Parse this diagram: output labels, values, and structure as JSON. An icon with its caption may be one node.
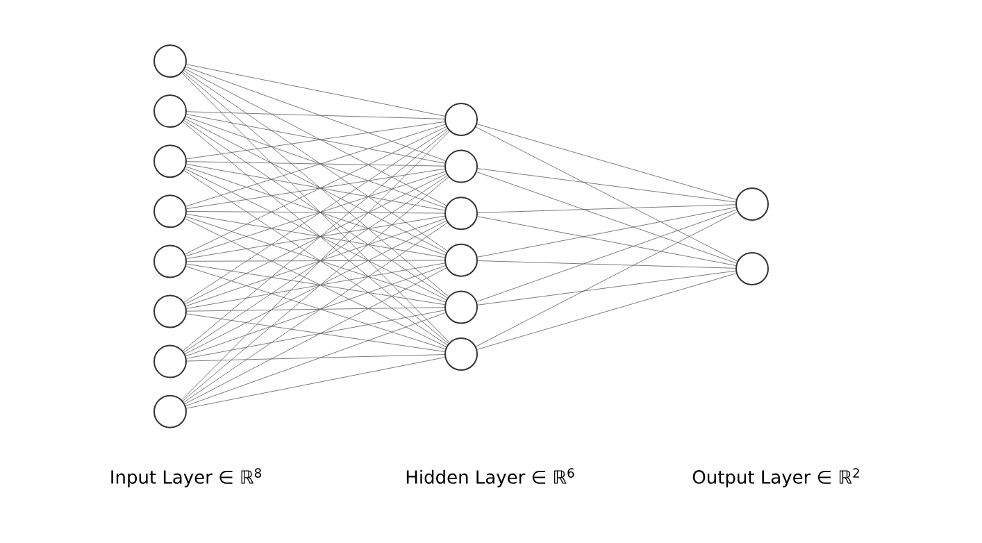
{
  "diagram": {
    "nodes": [
      {
        "text": [],
        "shape": "circle"
      },
      {
        "text": [],
        "shape": "circle"
      },
      {
        "text": [],
        "shape": "circle"
      },
      {
        "text": [],
        "shape": "circle"
      },
      {
        "text": [],
        "shape": "circle"
      },
      {
        "text": [],
        "shape": "circle"
      },
      {
        "text": [],
        "shape": "circle"
      },
      {
        "text": [],
        "shape": "circle"
      },
      {
        "text": [],
        "shape": "circle"
      },
      {
        "text": [],
        "shape": "circle"
      },
      {
        "text": [],
        "shape": "circle"
      },
      {
        "text": [],
        "shape": "circle"
      },
      {
        "text": [],
        "shape": "circle"
      },
      {
        "text": [],
        "shape": "circle"
      },
      {
        "text": [],
        "shape": "circle"
      },
      {
        "text": [],
        "shape": "circle"
      }
    ],
    "edges": [
      {
        "from": 0,
        "to": 8,
        "arrow": "none"
      },
      {
        "from": 0,
        "to": 9,
        "arrow": "none"
      },
      {
        "from": 0,
        "to": 10,
        "arrow": "none"
      },
      {
        "from": 0,
        "to": 11,
        "arrow": "none"
      },
      {
        "from": 0,
        "to": 12,
        "arrow": "none"
      },
      {
        "from": 0,
        "to": 13,
        "arrow": "none"
      },
      {
        "from": 1,
        "to": 8,
        "arrow": "none"
      },
      {
        "from": 1,
        "to": 9,
        "arrow": "none"
      },
      {
        "from": 1,
        "to": 10,
        "arrow": "none"
      },
      {
        "from": 1,
        "to": 11,
        "arrow": "none"
      },
      {
        "from": 1,
        "to": 12,
        "arrow": "none"
      },
      {
        "from": 1,
        "to": 13,
        "arrow": "none"
      },
      {
        "from": 2,
        "to": 8,
        "arrow": "none"
      },
      {
        "from": 2,
        "to": 9,
        "arrow": "none"
      },
      {
        "from": 2,
        "to": 10,
        "arrow": "none"
      },
      {
        "from": 2,
        "to": 11,
        "arrow": "none"
      },
      {
        "from": 2,
        "to": 12,
        "arrow": "none"
      },
      {
        "from": 2,
        "to": 13,
        "arrow": "none"
      },
      {
        "from": 3,
        "to": 8,
        "arrow": "none"
      },
      {
        "from": 3,
        "to": 9,
        "arrow": "none"
      },
      {
        "from": 3,
        "to": 10,
        "arrow": "none"
      },
      {
        "from": 3,
        "to": 11,
        "arrow": "none"
      },
      {
        "from": 3,
        "to": 12,
        "arrow": "none"
      },
      {
        "from": 3,
        "to": 13,
        "arrow": "none"
      },
      {
        "from": 4,
        "to": 8,
        "arrow": "none"
      },
      {
        "from": 4,
        "to": 9,
        "arrow": "none"
      },
      {
        "from": 4,
        "to": 10,
        "arrow": "none"
      },
      {
        "from": 4,
        "to": 11,
        "arrow": "none"
      },
      {
        "from": 4,
        "to": 12,
        "arrow": "none"
      },
      {
        "from": 4,
        "to": 13,
        "arrow": "none"
      },
      {
        "from": 5,
        "to": 8,
        "arrow": "none"
      },
      {
        "from": 5,
        "to": 9,
        "arrow": "none"
      },
      {
        "from": 5,
        "to": 10,
        "arrow": "none"
      },
      {
        "from": 5,
        "to": 11,
        "arrow": "none"
      },
      {
        "from": 5,
        "to": 12,
        "arrow": "none"
      },
      {
        "from": 5,
        "to": 13,
        "arrow": "none"
      },
      {
        "from": 6,
        "to": 8,
        "arrow": "none"
      },
      {
        "from": 6,
        "to": 9,
        "arrow": "none"
      },
      {
        "from": 6,
        "to": 10,
        "arrow": "none"
      },
      {
        "from": 6,
        "to": 11,
        "arrow": "none"
      },
      {
        "from": 6,
        "to": 12,
        "arrow": "none"
      },
      {
        "from": 6,
        "to": 13,
        "arrow": "none"
      },
      {
        "from": 7,
        "to": 8,
        "arrow": "none"
      },
      {
        "from": 7,
        "to": 9,
        "arrow": "none"
      },
      {
        "from": 7,
        "to": 10,
        "arrow": "none"
      },
      {
        "from": 7,
        "to": 11,
        "arrow": "none"
      },
      {
        "from": 7,
        "to": 12,
        "arrow": "none"
      },
      {
        "from": 7,
        "to": 13,
        "arrow": "none"
      },
      {
        "from": 8,
        "to": 14,
        "arrow": "none"
      },
      {
        "from": 8,
        "to": 15,
        "arrow": "none"
      },
      {
        "from": 9,
        "to": 14,
        "arrow": "none"
      },
      {
        "from": 9,
        "to": 15,
        "arrow": "none"
      },
      {
        "from": 10,
        "to": 14,
        "arrow": "none"
      },
      {
        "from": 10,
        "to": 15,
        "arrow": "none"
      },
      {
        "from": 11,
        "to": 14,
        "arrow": "none"
      },
      {
        "from": 11,
        "to": 15,
        "arrow": "none"
      },
      {
        "from": 12,
        "to": 14,
        "arrow": "none"
      },
      {
        "from": 12,
        "to": 15,
        "arrow": "none"
      },
      {
        "from": 13,
        "to": 14,
        "arrow": "none"
      },
      {
        "from": 13,
        "to": 15,
        "arrow": "none"
      }
    ],
    "labels": [
      "Input Layer ∈ ℝ$^{8}$",
      "Hidden Layer ∈ ℝ$^{6}$",
      "Output Layer ∈ ℝ$^{2}$"
    ]
  }
}
